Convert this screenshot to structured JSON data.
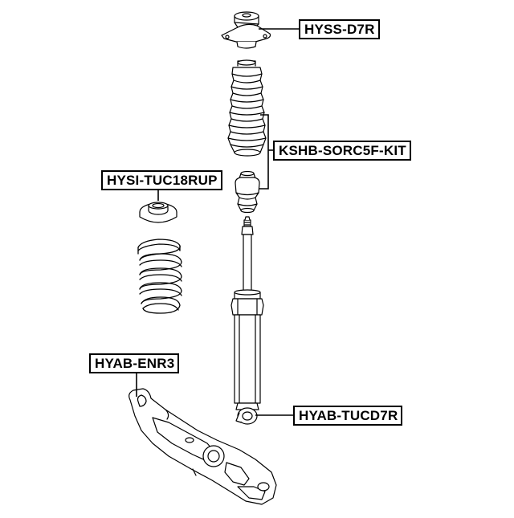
{
  "diagram": {
    "parts": [
      {
        "id": "top-mount",
        "part_number": "HYSS-D7R"
      },
      {
        "id": "boot-and-bump-stop",
        "part_number": "KSHB-SORC5F-KIT"
      },
      {
        "id": "spring-insulator",
        "part_number": "HYSI-TUC18RUP"
      },
      {
        "id": "lower-arm-bushing",
        "part_number": "HYAB-ENR3"
      },
      {
        "id": "shock-absorber-bushing",
        "part_number": "HYAB-TUCD7R"
      }
    ]
  },
  "colors": {
    "line": "#000000",
    "fill": "#ffffff",
    "shade": "#d9d9d9"
  }
}
